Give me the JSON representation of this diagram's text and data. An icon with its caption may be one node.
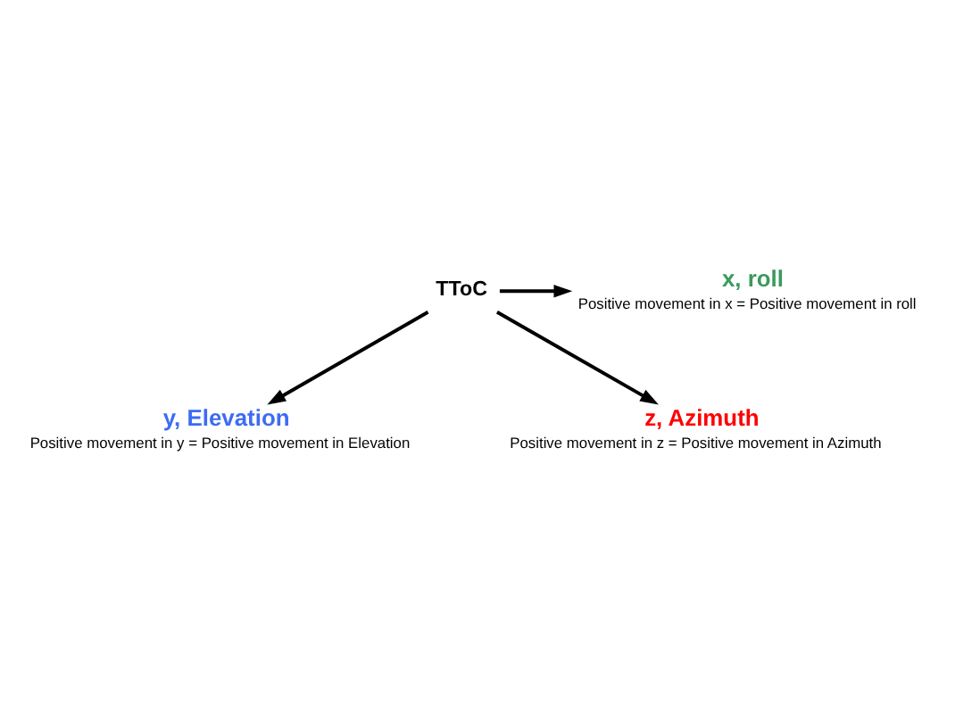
{
  "diagram": {
    "nodes": [
      {
        "text": [
          "TToC"
        ]
      },
      {
        "text": [
          "x, roll",
          "Positive movement in x = Positive movement in roll"
        ]
      },
      {
        "text": [
          "y, Elevation",
          "Positive movement in y = Positive movement in Elevation"
        ]
      },
      {
        "text": [
          "z, Azimuth",
          "Positive movement in z = Positive movement in Azimuth"
        ]
      }
    ],
    "edges": [
      {
        "from": 0,
        "to": 1,
        "arrow": "to"
      },
      {
        "from": 0,
        "to": 2,
        "arrow": "to"
      },
      {
        "from": 0,
        "to": 3,
        "arrow": "to"
      }
    ]
  }
}
